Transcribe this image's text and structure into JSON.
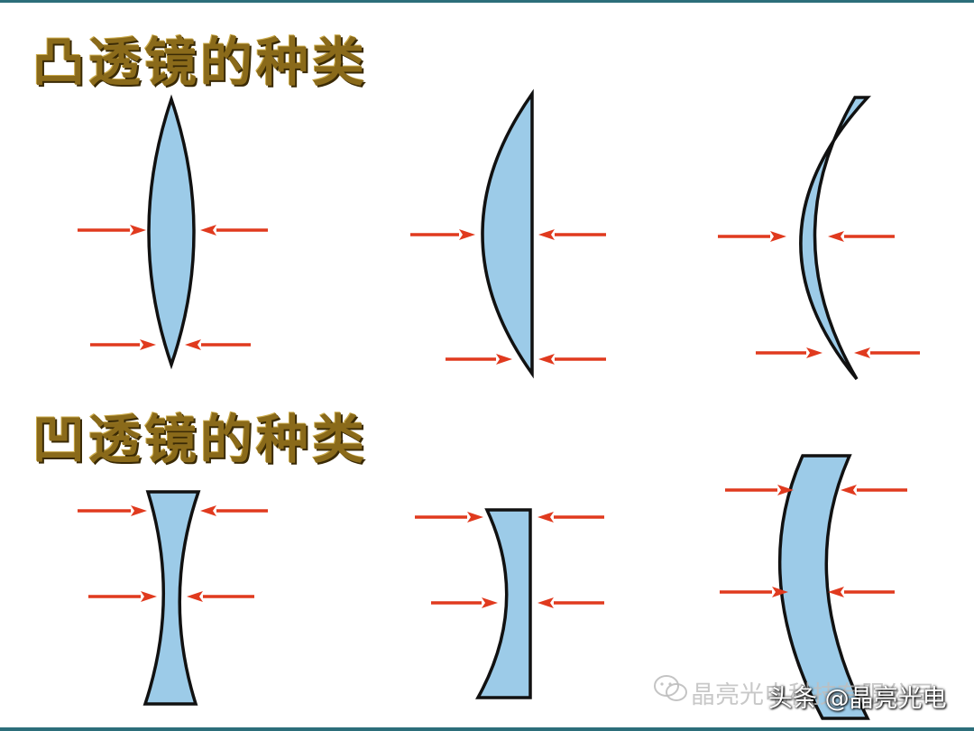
{
  "headings": {
    "convex": "凸透镜的种类",
    "concave": "凹透镜的种类"
  },
  "watermark": {
    "icon": "wechat-icon",
    "text": "晶亮光电科技有限公司"
  },
  "credit": {
    "text": "头条 @晶亮光电"
  },
  "colors": {
    "lens_fill": "#9ccbe8",
    "ray": "#e03a1e",
    "heading": "#8a6a1a",
    "frame": "#2c6e7a"
  }
}
